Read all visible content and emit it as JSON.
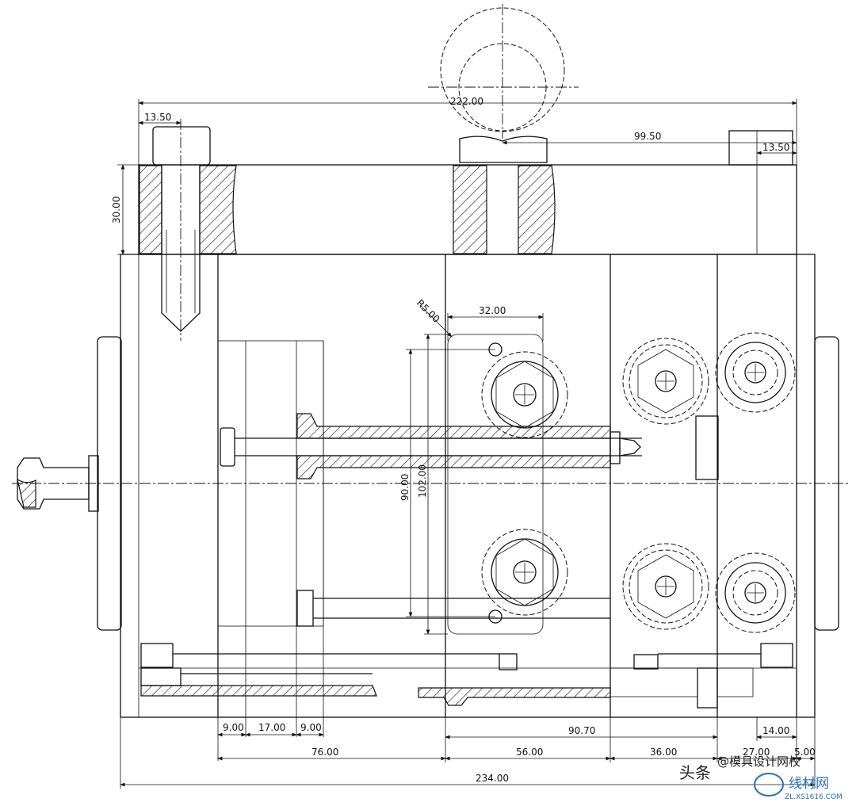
{
  "drawing": {
    "dimensions": {
      "d222": "222.00",
      "d13_50_left": "13.50",
      "d99_50": "99.50",
      "d13_50_right": "13.50",
      "d30": "30.00",
      "dR5": "R5.00",
      "d32": "32.00",
      "d90": "90.00",
      "d102": "102.00",
      "d9a": "9.00",
      "d17": "17.00",
      "d9b": "9.00",
      "d90_70": "90.70",
      "d14": "14.00",
      "d76": "76.00",
      "d56": "56.00",
      "d36": "36.00",
      "d27": "27.00",
      "d5": "5.00",
      "d234": "234.00"
    },
    "watermark": {
      "headline": "头条",
      "account": "@模具设计网校",
      "site_name": "线材网",
      "site_url": "ZL.XS1616.COM"
    }
  }
}
